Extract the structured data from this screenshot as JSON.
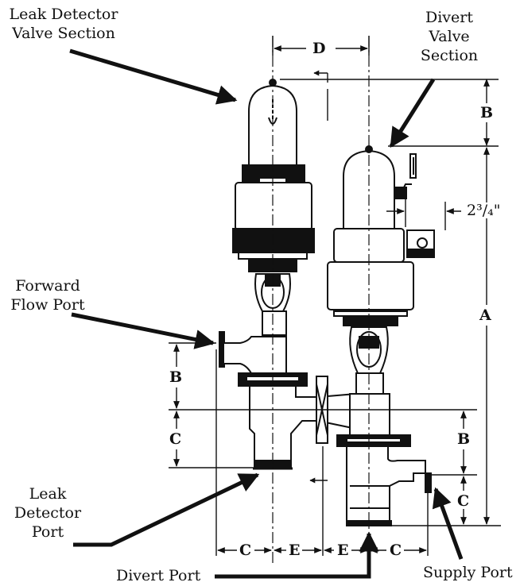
{
  "labels": {
    "leak_detector_valve_section": [
      "Leak Detector",
      "Valve Section"
    ],
    "divert_valve_section": [
      "Divert",
      "Valve",
      "Section"
    ],
    "forward_flow_port": [
      "Forward",
      "Flow Port"
    ],
    "leak_detector_port": [
      "Leak",
      "Detector",
      "Port"
    ],
    "divert_port": "Divert Port",
    "supply_port": "Supply Port"
  },
  "dimensions": {
    "a": "A",
    "b": "B",
    "c": "C",
    "d": "D",
    "e": "E",
    "offset": "2³/₄\""
  }
}
